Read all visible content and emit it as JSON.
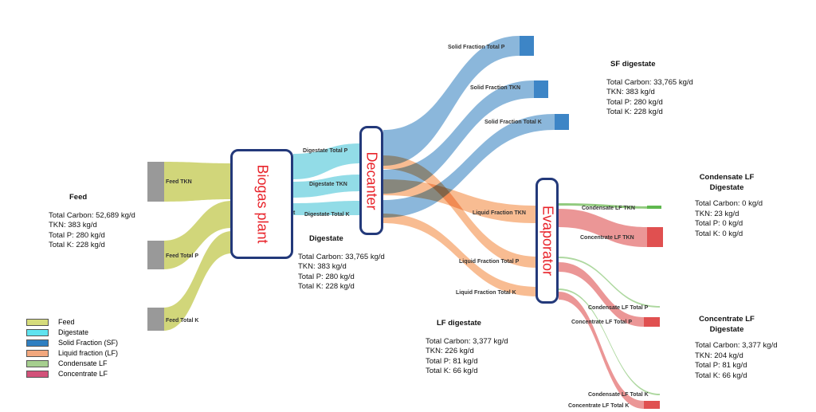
{
  "nodes": {
    "feed_tkn": "Feed TKN",
    "feed_total_p": "Feed Total P",
    "feed_total_k": "Feed Total K",
    "digestate_total_p": "Digestate Total P",
    "digestate_tkn": "Digestate TKN",
    "digestate_total_k": "Digestate Total K",
    "solid_fraction_total_p": "Solid Fraction Total P",
    "solid_fraction_tkn": "Solid Fraction TKN",
    "solid_fraction_total_k": "Solid Fraction Total K",
    "liquid_fraction_tkn": "Liquid Fraction TKN",
    "liquid_fraction_total_p": "Liquid Fraction Total P",
    "liquid_fraction_total_k": "Liquid Fraction Total K",
    "condensate_lf_tkn": "Condensate LF TKN",
    "concentrate_lf_tkn": "Concentrate LF TKN",
    "condensate_lf_total_p": "Condensate LF Total P",
    "concentrate_lf_total_p": "Concentrate LF Total P",
    "condensate_lf_total_k": "Condensate LF Total K",
    "concentrate_lf_total_k": "Concentrate LF Total K",
    "cut_label": "t"
  },
  "processes": {
    "biogas": "Biogas plant",
    "decanter": "Decanter",
    "evaporator": "Evaporator"
  },
  "blocks": {
    "feed": {
      "title": "Feed",
      "lines": [
        "Total Carbon: 52,689 kg/d",
        "TKN: 383 kg/d",
        "Total P: 280 kg/d",
        "Total K: 228 kg/d"
      ]
    },
    "digestate": {
      "title": "Digestate",
      "lines": [
        "Total Carbon: 33,765 kg/d",
        "TKN: 383 kg/d",
        "Total P: 280 kg/d",
        "Total K: 228 kg/d"
      ]
    },
    "sf": {
      "title": "SF digestate",
      "lines": [
        "Total Carbon: 33,765 kg/d",
        "TKN: 383 kg/d",
        "Total P: 280 kg/d",
        "Total K: 228 kg/d"
      ]
    },
    "lf": {
      "title": "LF digestate",
      "lines": [
        "Total Carbon: 3,377 kg/d",
        "TKN: 226 kg/d",
        "Total P: 81 kg/d",
        "Total K: 66 kg/d"
      ]
    },
    "condensate": {
      "title": "Condensate LF Digestate",
      "lines": [
        "Total Carbon: 0 kg/d",
        "TKN: 23 kg/d",
        "Total P: 0 kg/d",
        "Total K: 0 kg/d"
      ]
    },
    "concentrate": {
      "title": "Concentrate LF Digestate",
      "lines": [
        "Total Carbon: 3,377 kg/d",
        "TKN: 204 kg/d",
        "Total P: 81 kg/d",
        "Total K: 66 kg/d"
      ]
    }
  },
  "legend": [
    {
      "label": "Feed",
      "color": "#d6dc7c"
    },
    {
      "label": "Digestate",
      "color": "#5fe3ef"
    },
    {
      "label": "Solid Fraction (SF)",
      "color": "#2f7fc1"
    },
    {
      "label": "Liquid fraction (LF)",
      "color": "#f2a77d"
    },
    {
      "label": "Condensate LF",
      "color": "#a6cf8f"
    },
    {
      "label": "Concentrate LF",
      "color": "#d2527a"
    }
  ],
  "colors": {
    "feed_flow": "#c9cf63",
    "digestate_flow": "#7fd6e3",
    "solid_flow": "#6ea5d2",
    "liquid_flow": "#f7b07f",
    "condensate_flow": "#8cc878",
    "concentrate_flow": "#e98b8b",
    "feed_node": "#999999",
    "solid_node": "#3d85c6",
    "concentrate_node": "#e05050",
    "condensate_node": "#5fb84f",
    "process_border": "#23397a",
    "process_text": "#e8232a"
  }
}
